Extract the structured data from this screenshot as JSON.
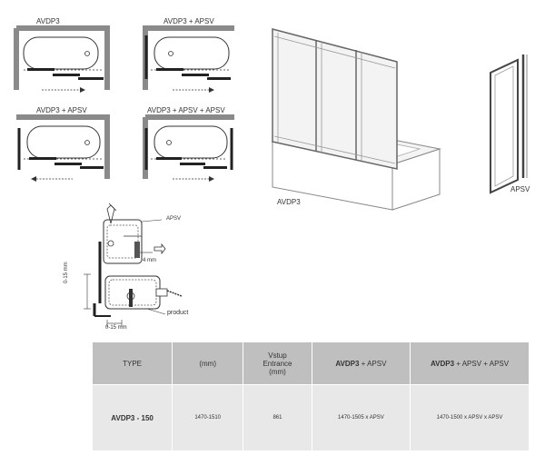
{
  "diagrams": {
    "plan_1_label": "AVDP3",
    "plan_2_label": "AVDP3 + APSV",
    "plan_3_label": "AVDP3 + APSV",
    "plan_4_label": "AVDP3 + APSV + APSV",
    "enclosure_label": "AVDP3",
    "side_panel_label": "APSV"
  },
  "detail": {
    "apsv_label": "APSV",
    "gap_label": "4 mm",
    "vertical_tolerance": "0-15 mm",
    "horizontal_tolerance": "0-15 mm",
    "product_label": "product"
  },
  "table": {
    "headers": {
      "type": "TYPE",
      "mm": "(mm)",
      "entrance_line1": "Vstup",
      "entrance_line2": "Entrance",
      "entrance_line3": "(mm)",
      "combo2_bold": "AVDP3",
      "combo2_rest": " + APSV",
      "combo3_bold": "AVDP3",
      "combo3_rest": " + APSV + APSV"
    },
    "row": {
      "type": "AVDP3 - 150",
      "mm": "1470-1510",
      "entrance": "861",
      "combo2": "1470-1505 x APSV",
      "combo3": "1470-1500 x APSV x APSV"
    }
  }
}
